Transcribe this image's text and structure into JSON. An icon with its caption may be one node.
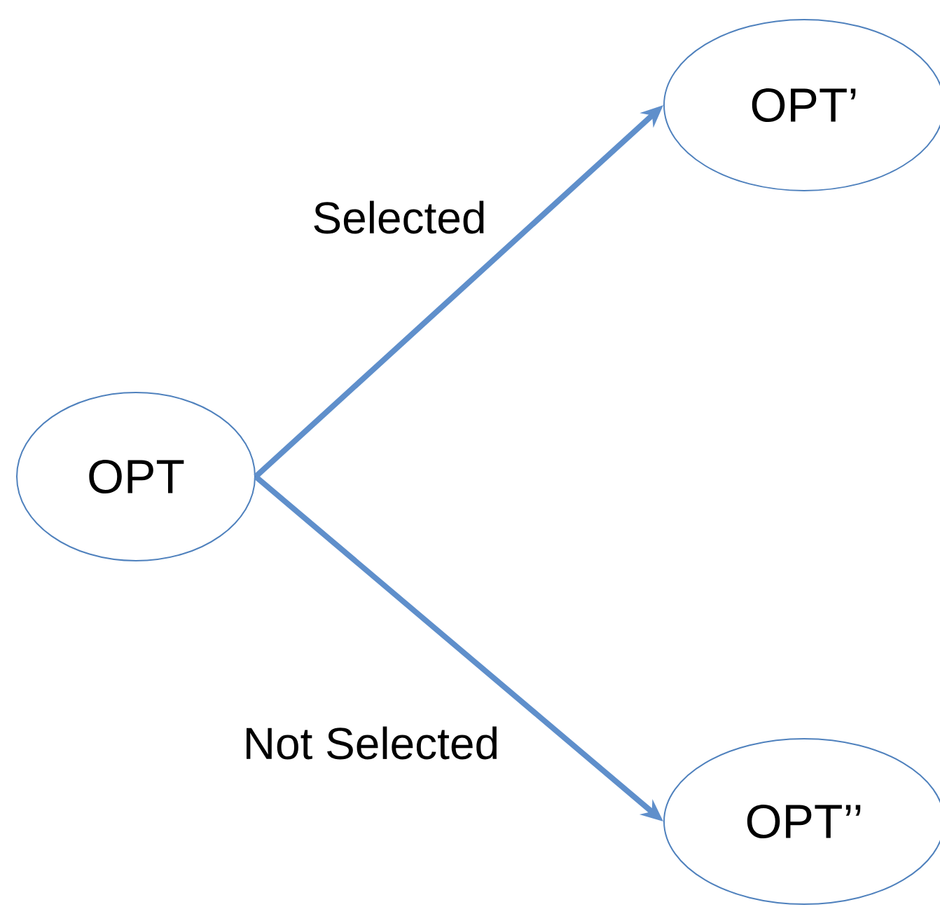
{
  "diagram": {
    "nodes": [
      {
        "text": [
          "OPT"
        ]
      },
      {
        "text": [
          "OPT’"
        ]
      },
      {
        "text": [
          "OPT’’"
        ]
      }
    ],
    "edges": [
      {
        "from": 0,
        "to": 1,
        "arrow": "to",
        "label": "Selected"
      },
      {
        "from": 0,
        "to": 2,
        "arrow": "to",
        "label": "Not Selected"
      }
    ]
  }
}
